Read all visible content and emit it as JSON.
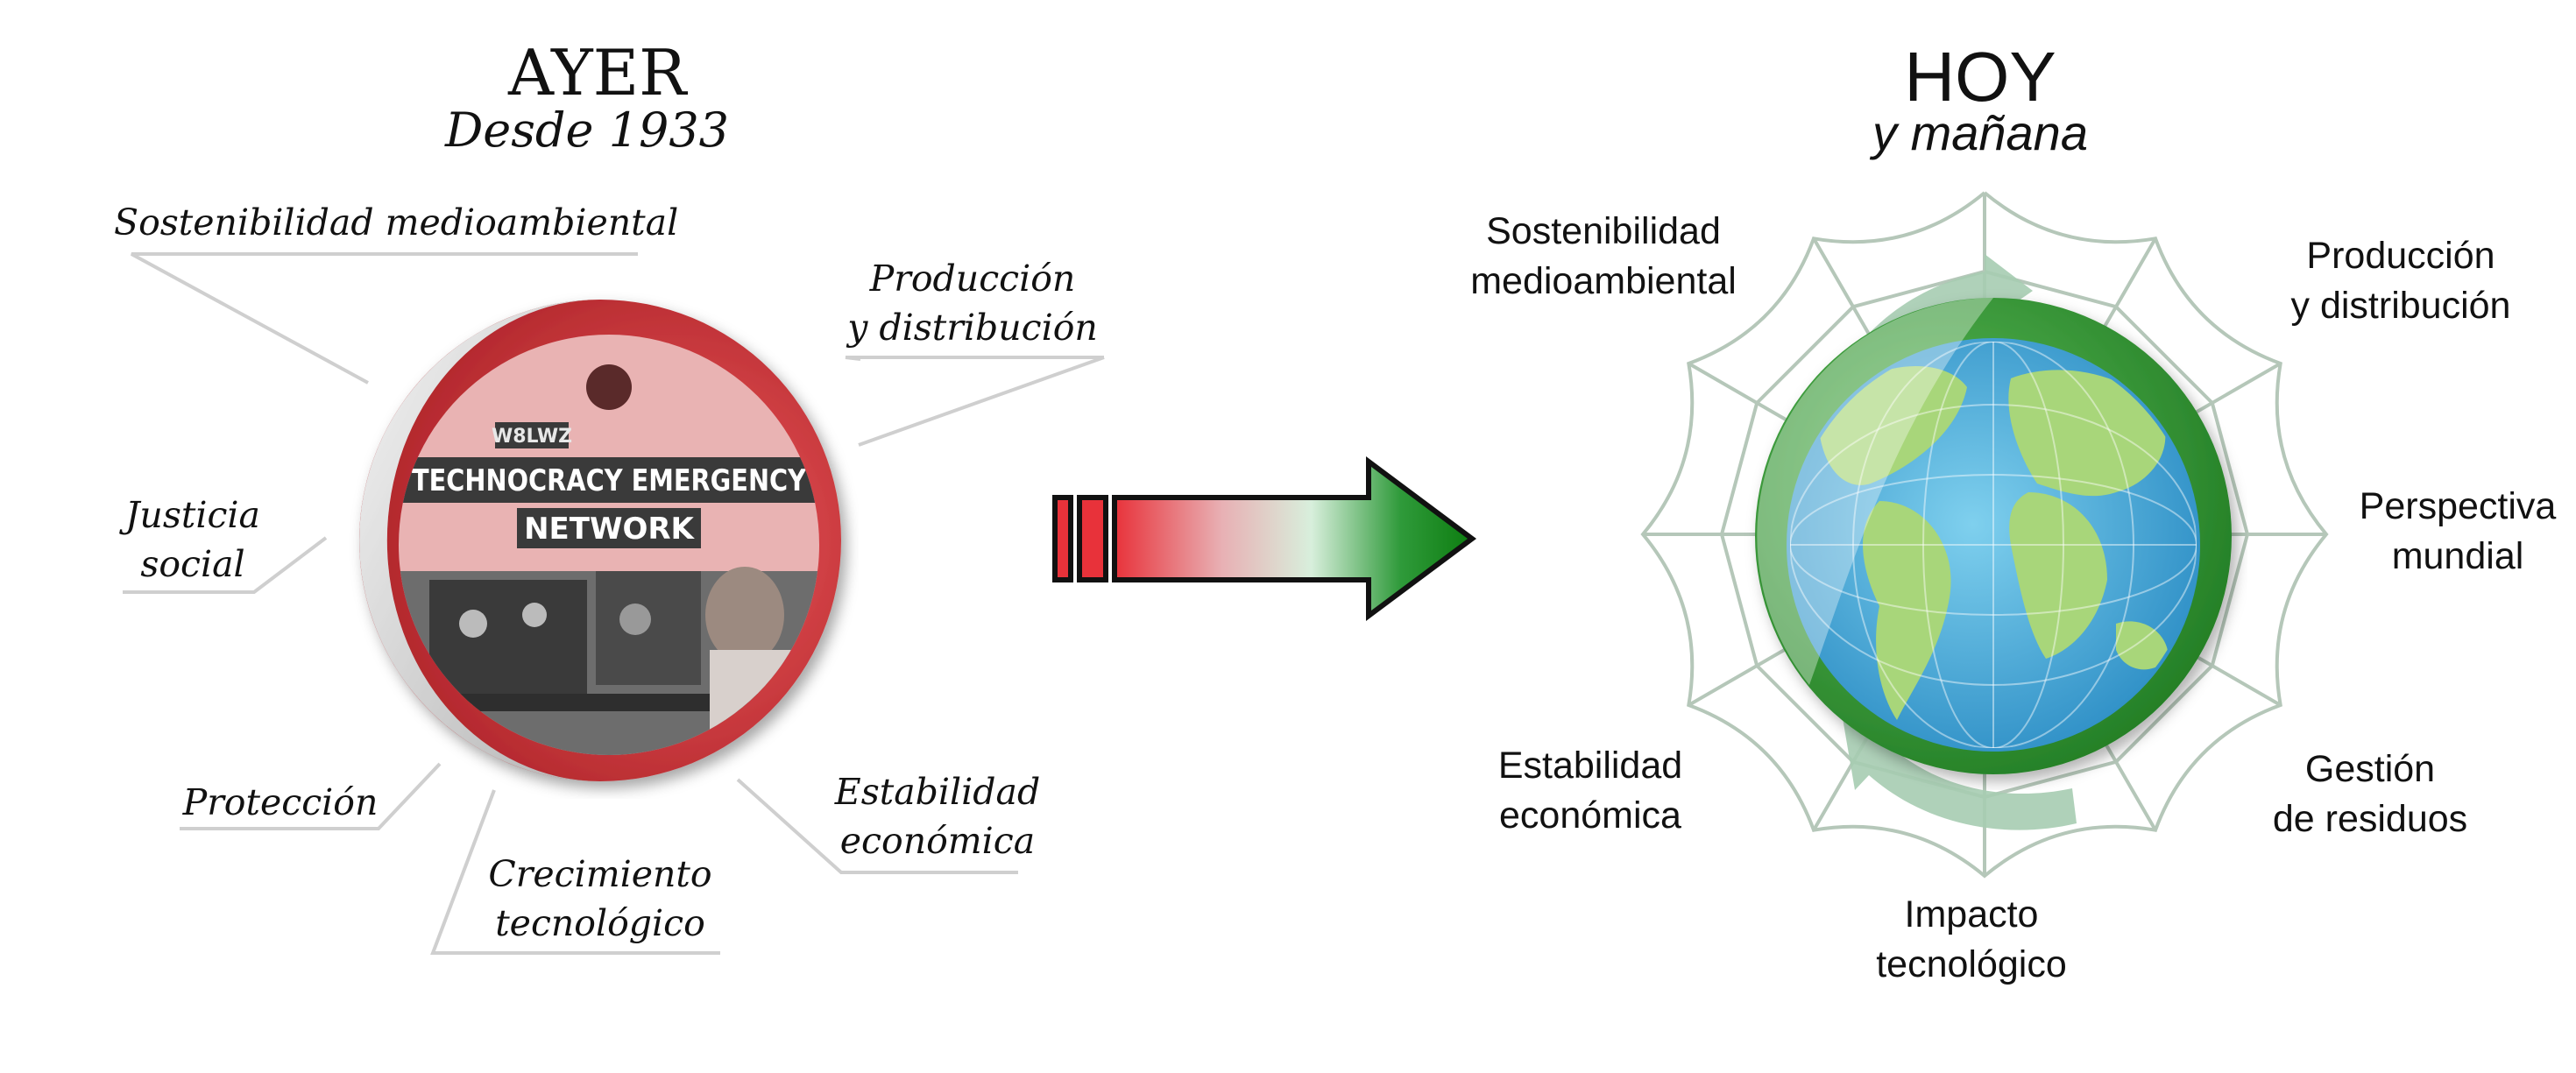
{
  "left": {
    "title": "AYER",
    "subtitle": "Desde 1933",
    "labels": {
      "sostenibilidad": [
        "Sostenibilidad medioambiental"
      ],
      "produccion": [
        "Producción",
        "y distribución"
      ],
      "justicia": [
        "Justicia",
        "social"
      ],
      "proteccion": [
        "Protección"
      ],
      "crecimiento": [
        "Crecimiento",
        "tecnológico"
      ],
      "estabilidad": [
        "Estabilidad",
        "económica"
      ]
    },
    "photo": {
      "sign_top": "W8LWZ",
      "sign_main": "TECHNOCRACY EMERGENCY",
      "sign_sub": "NETWORK"
    }
  },
  "right": {
    "title": "HOY",
    "subtitle": "y mañana",
    "labels": {
      "sostenibilidad": [
        "Sostenibilidad",
        "medioambiental"
      ],
      "produccion": [
        "Producción",
        "y distribución"
      ],
      "perspectiva": [
        "Perspectiva",
        "mundial"
      ],
      "gestion": [
        "Gestión",
        "de residuos"
      ],
      "impacto": [
        "Impacto",
        "tecnológico"
      ],
      "estabilidad": [
        "Estabilidad",
        "económica"
      ]
    }
  },
  "colors": {
    "past_red": "#d93a3f",
    "future_green": "#2b8a2b",
    "line_gray": "#cfcfcf",
    "ocean": "#5bb6e0",
    "land": "#a8d67a"
  },
  "icons": [
    "transition-arrow-icon",
    "globe-icon",
    "web-icon",
    "cycle-arrows-icon"
  ]
}
